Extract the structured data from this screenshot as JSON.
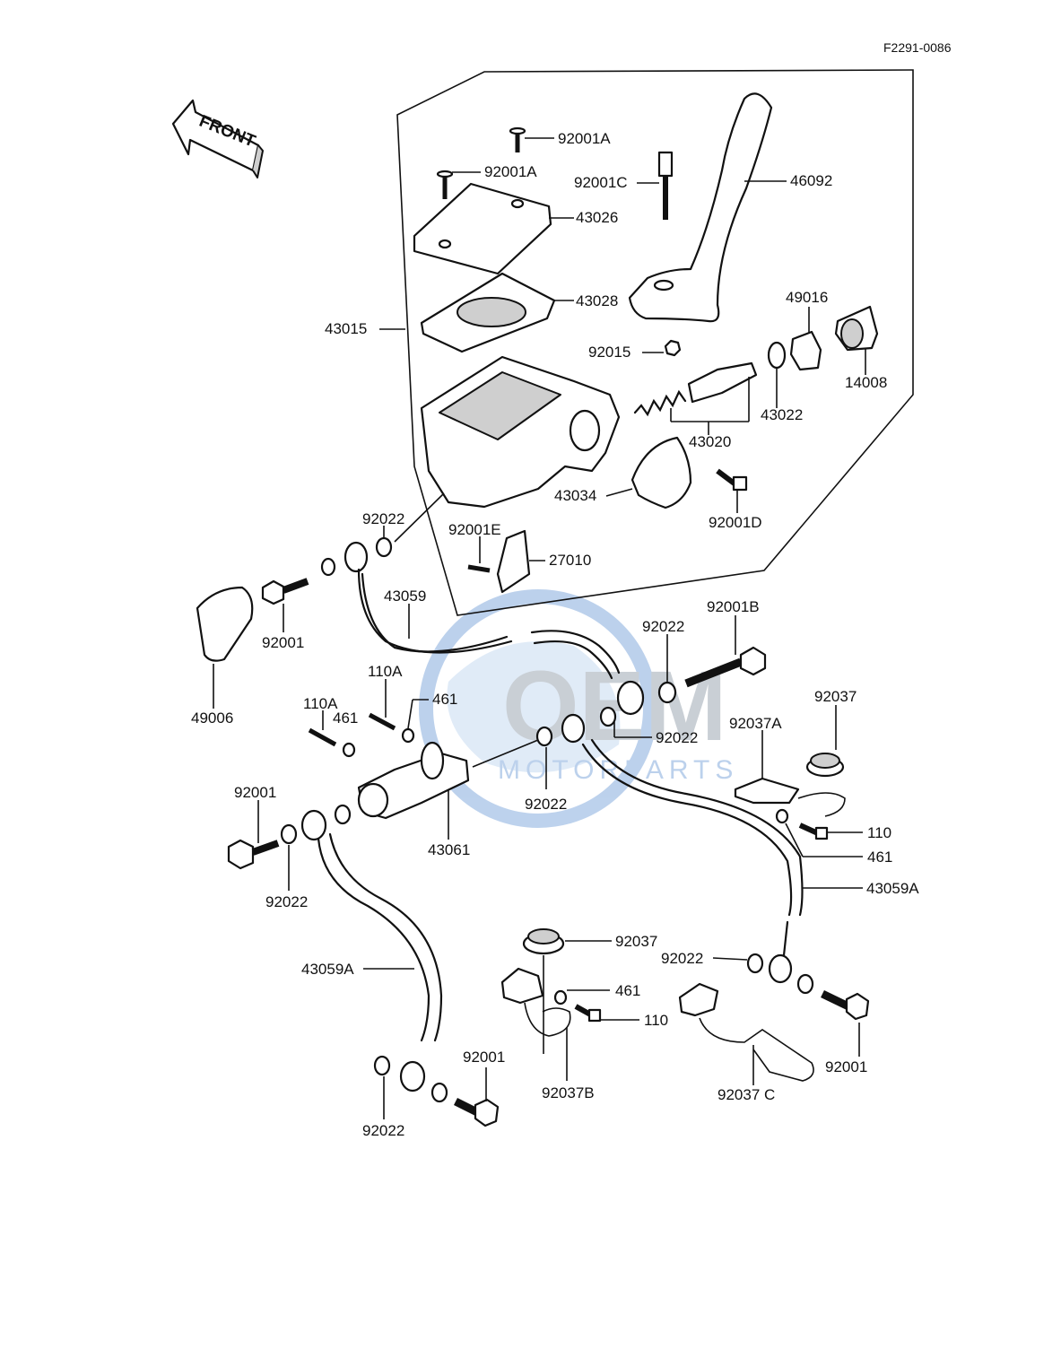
{
  "figure_code": "F2291-0086",
  "front_label": "FRONT",
  "watermark": {
    "brand": "OEM",
    "sub": "MOTORPARTS",
    "color": "#6d9bd6"
  },
  "part_labels": {
    "p92001A_a": "92001A",
    "p92001A_b": "92001A",
    "p92001C": "92001C",
    "p46092": "46092",
    "p43026": "43026",
    "p43028": "43028",
    "p43015": "43015",
    "p49016": "49016",
    "p14008": "14008",
    "p92015": "92015",
    "p43022": "43022",
    "p43020": "43020",
    "p43034": "43034",
    "p92001D": "92001D",
    "p92022_a": "92022",
    "p92001E": "92001E",
    "p27010": "27010",
    "p43059": "43059",
    "p92001_a": "92001",
    "p49006": "49006",
    "p92001B": "92001B",
    "p92022_b": "92022",
    "p110A_a": "110A",
    "p461_a": "461",
    "p110A_b": "110A",
    "p461_b": "461",
    "p92022_c": "92022",
    "p92037_a": "92037",
    "p92037A": "92037A",
    "p92022_d": "92022",
    "p43061": "43061",
    "p92001_b": "92001",
    "p110_a": "110",
    "p461_c": "461",
    "p92022_e": "92022",
    "p43059A_a": "43059A",
    "p92037_b": "92037",
    "p92022_f": "92022",
    "p43059A_b": "43059A",
    "p461_d": "461",
    "p110_b": "110",
    "p92001_c": "92001",
    "p92037B": "92037B",
    "p92037C": "92037 C",
    "p92001_d": "92001",
    "p92022_g": "92022"
  }
}
